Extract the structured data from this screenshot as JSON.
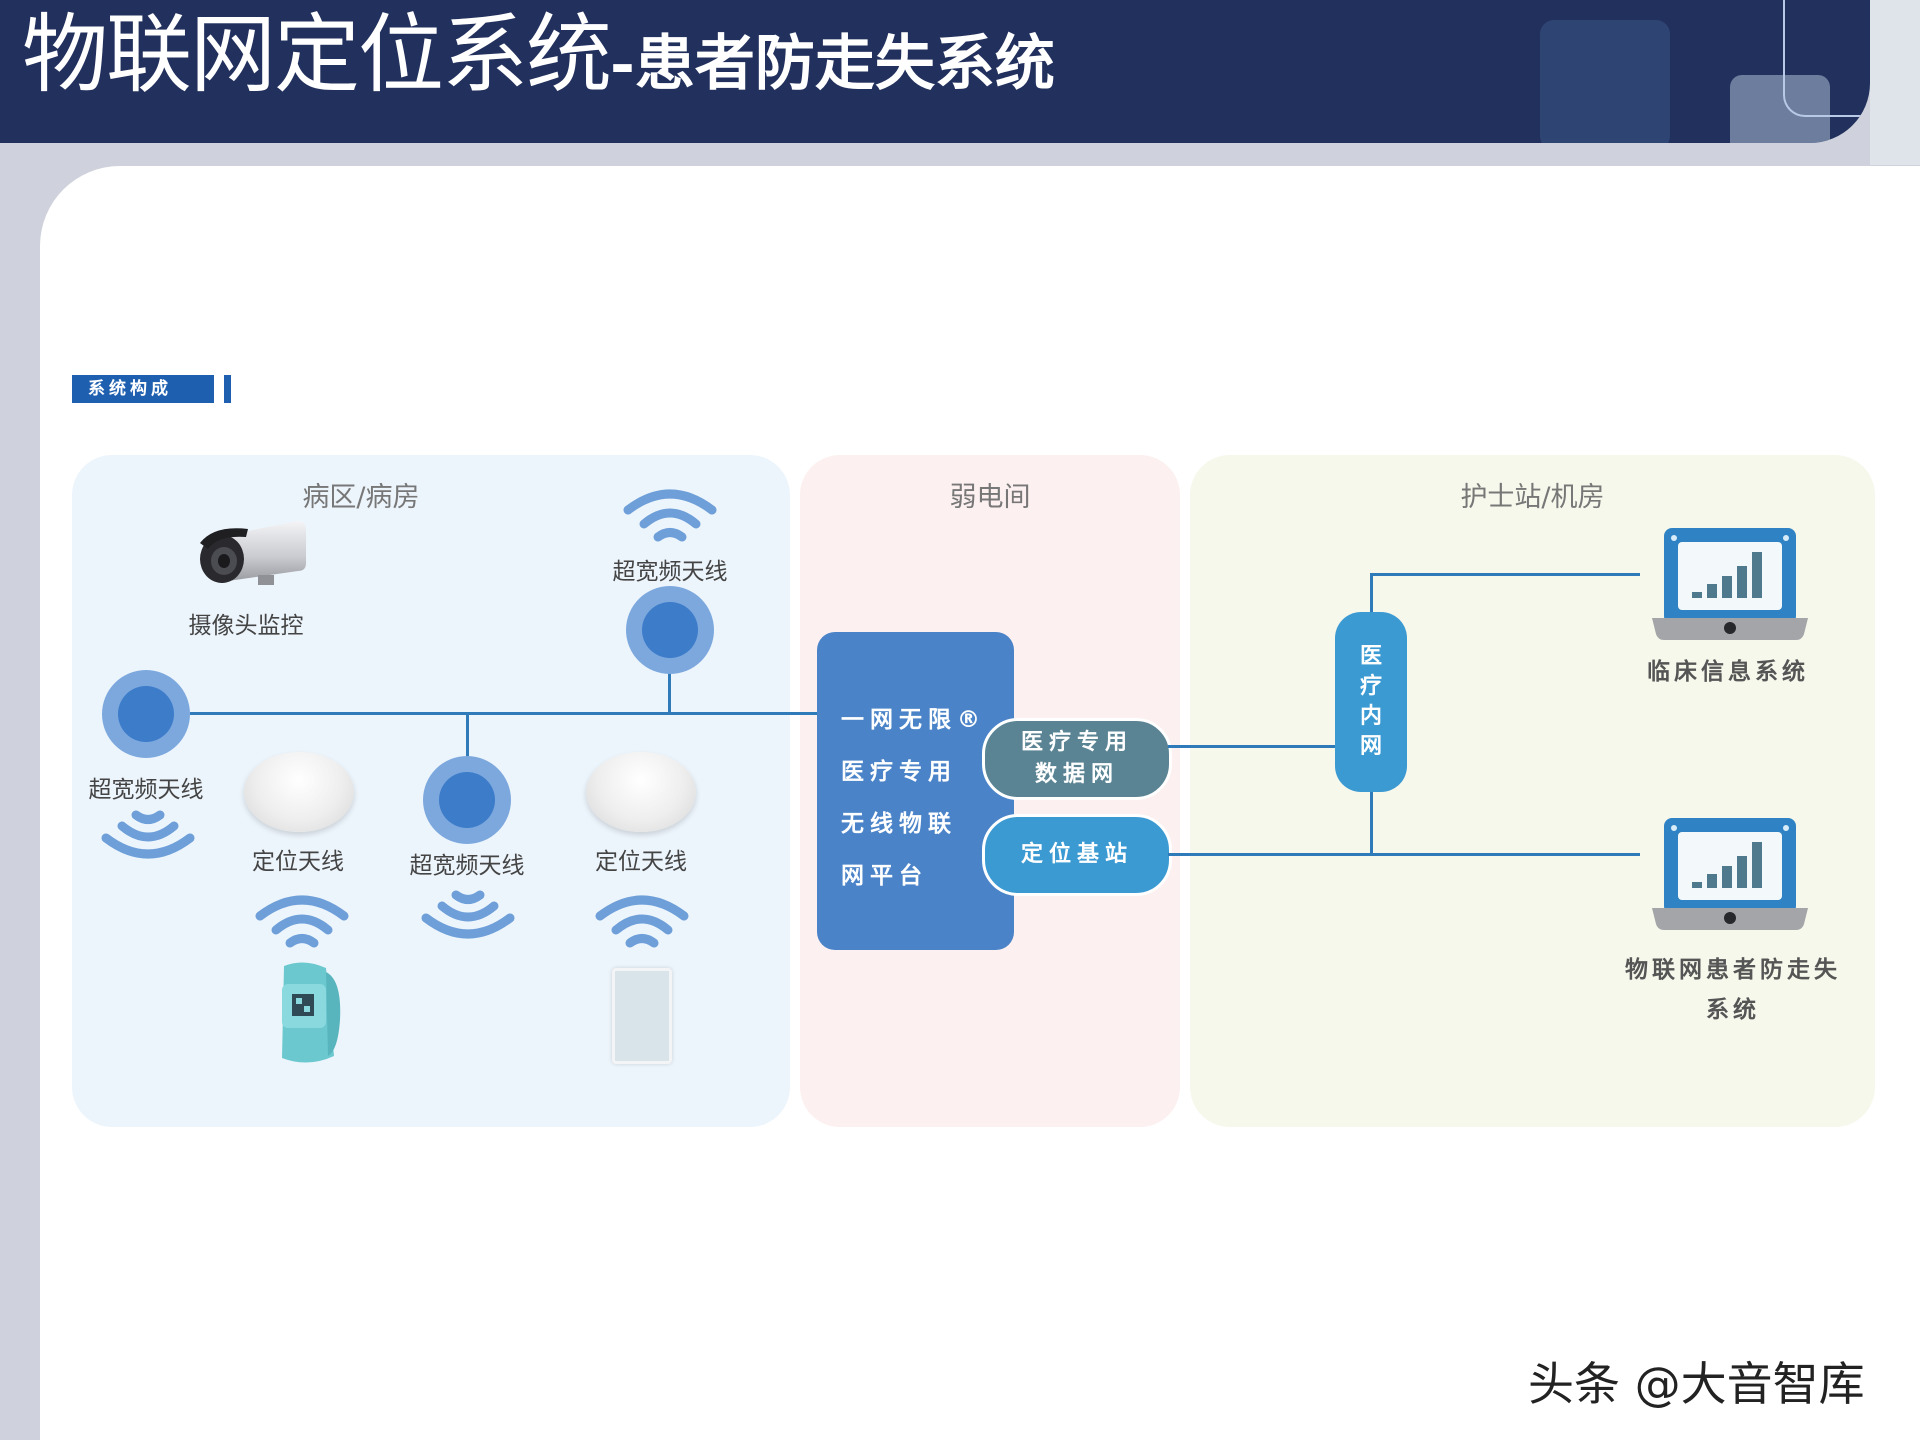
{
  "header": {
    "title_main": "物联网定位系统",
    "title_sub": "-患者防走失系统"
  },
  "section_label": "系统构成",
  "zones": {
    "ward": {
      "title": "病区/病房",
      "items": {
        "camera": "摄像头监控",
        "uwb_antenna_top": "超宽频天线",
        "uwb_antenna_left": "超宽频天线",
        "uwb_antenna_mid": "超宽频天线",
        "positioning_antenna_1": "定位天线",
        "positioning_antenna_2": "定位天线"
      }
    },
    "weak_current_room": {
      "title": "弱电间",
      "platform_lines": [
        "一网无限®",
        "医疗专用",
        "无线物联",
        "网平台"
      ],
      "data_network": [
        "医疗专用",
        "数据网"
      ],
      "base_station": "定位基站"
    },
    "nurse_station": {
      "title": "护士站/机房",
      "intranet_chars": [
        "医",
        "疗",
        "内",
        "网"
      ],
      "clinical_system": "临床信息系统",
      "anti_wander_system": [
        "物联网患者防走失",
        "系统"
      ]
    }
  },
  "colors": {
    "header_bg": "#22305d",
    "accent_blue": "#1f5fb0",
    "line_blue": "#2f7ab8",
    "platform_blue": "#4a83c8",
    "data_net": "#5a8494",
    "base_station": "#3c9ad3"
  },
  "watermark": "头条 @大音智库"
}
